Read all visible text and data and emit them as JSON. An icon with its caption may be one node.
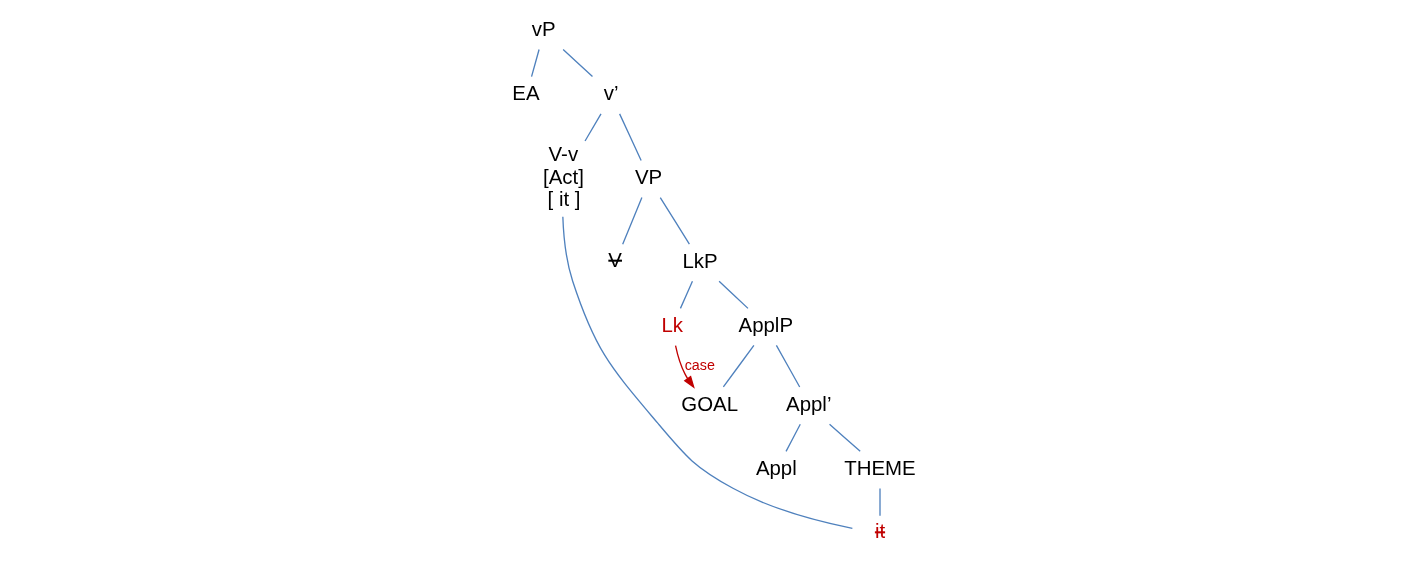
{
  "diagram": {
    "nodes": [
      {
        "text": [
          "vP"
        ]
      },
      {
        "text": [
          "EA"
        ]
      },
      {
        "text": [
          "v’"
        ]
      },
      {
        "text": [
          "V-v",
          "[Act]",
          "[ it ]"
        ]
      },
      {
        "text": [
          "VP"
        ]
      },
      {
        "text": [
          "V"
        ]
      },
      {
        "text": [
          "LkP"
        ]
      },
      {
        "text": [
          "Lk"
        ]
      },
      {
        "text": [
          "ApplP"
        ]
      },
      {
        "text": [
          "GOAL"
        ]
      },
      {
        "text": [
          "Appl’"
        ]
      },
      {
        "text": [
          "Appl"
        ]
      },
      {
        "text": [
          "THEME"
        ]
      },
      {
        "text": [
          "it"
        ]
      }
    ],
    "edges": [
      {
        "from": 0,
        "to": 1,
        "arrow": "none"
      },
      {
        "from": 0,
        "to": 2,
        "arrow": "none"
      },
      {
        "from": 2,
        "to": 3,
        "arrow": "none"
      },
      {
        "from": 2,
        "to": 4,
        "arrow": "none"
      },
      {
        "from": 4,
        "to": 5,
        "arrow": "none"
      },
      {
        "from": 4,
        "to": 6,
        "arrow": "none"
      },
      {
        "from": 6,
        "to": 7,
        "arrow": "none"
      },
      {
        "from": 6,
        "to": 8,
        "arrow": "none"
      },
      {
        "from": 8,
        "to": 9,
        "arrow": "none"
      },
      {
        "from": 8,
        "to": 10,
        "arrow": "none"
      },
      {
        "from": 10,
        "to": 11,
        "arrow": "none"
      },
      {
        "from": 10,
        "to": 12,
        "arrow": "none"
      },
      {
        "from": 12,
        "to": 13,
        "arrow": "none"
      },
      {
        "from": 13,
        "to": 3,
        "arrow": "none"
      },
      {
        "from": 7,
        "to": 9,
        "arrow": "to",
        "label": "case",
        "color": "#c00000"
      }
    ]
  }
}
